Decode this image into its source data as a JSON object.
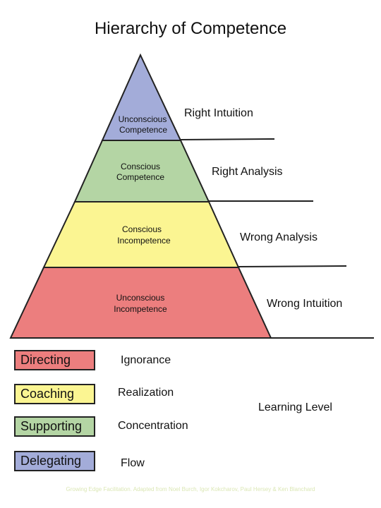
{
  "title": "Hierarchy of Competence",
  "pyramid": {
    "levels": [
      {
        "line1": "Unconscious",
        "line2": "Competence",
        "label": "Right Intuition",
        "color": "#a3acd9"
      },
      {
        "line1": "Conscious",
        "line2": "Competence",
        "label": "Right Analysis",
        "color": "#b4d5a4"
      },
      {
        "line1": "Conscious",
        "line2": "Incompetence",
        "label": "Wrong Analysis",
        "color": "#fbf592"
      },
      {
        "line1": "Unconscious",
        "line2": "Incompetence",
        "label": "Wrong Intuition",
        "color": "#ec7e7e"
      }
    ]
  },
  "legend": {
    "items": [
      {
        "label": "Directing",
        "description": "Ignorance",
        "color": "#ec7e7e"
      },
      {
        "label": "Coaching",
        "description": "Realization",
        "color": "#fbf592"
      },
      {
        "label": "Supporting",
        "description": "Concentration",
        "color": "#b4d5a4"
      },
      {
        "label": "Delegating",
        "description": "Flow",
        "color": "#a3acd9"
      }
    ],
    "side_label": "Learning Level"
  },
  "footer": "Growing Edge Facilitation. Adapted from Noel Burch, Igor Kokcharov, Paul Hersey & Ken Blanchard"
}
